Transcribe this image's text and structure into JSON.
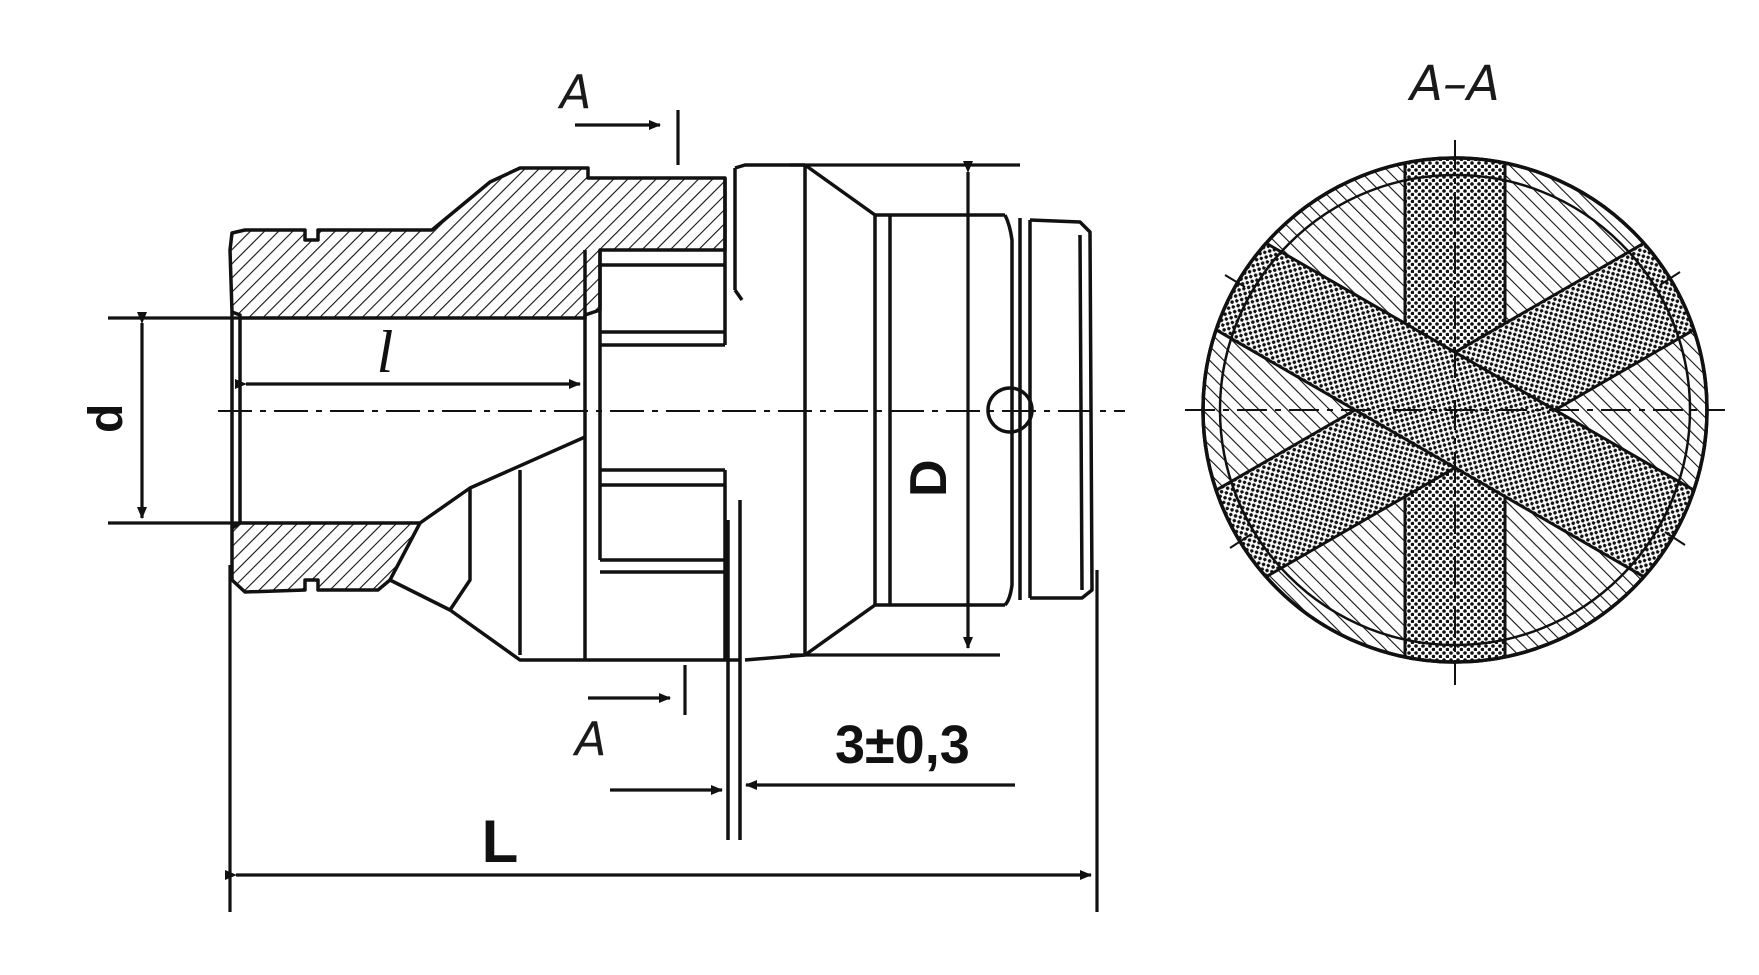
{
  "drawing": {
    "section_mark": "A",
    "section_mark_bottom": "A",
    "section_title": "A–A",
    "dim_d": "d",
    "dim_l": "l",
    "dim_D": "D",
    "dim_L": "L",
    "dim_gap": "3±0,3",
    "colors": {
      "ink": "#111111",
      "paper": "#ffffff"
    }
  }
}
